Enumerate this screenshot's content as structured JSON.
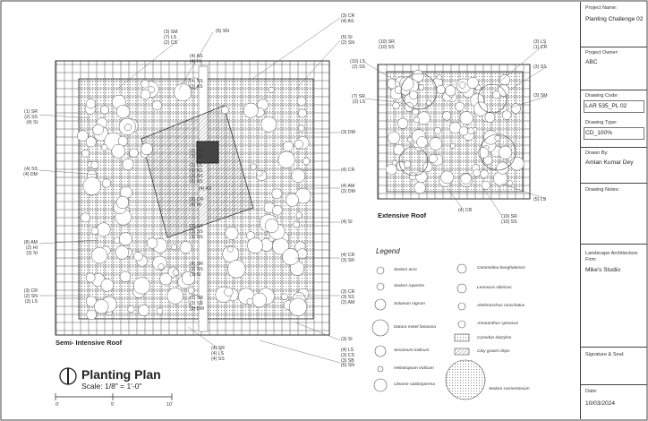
{
  "title_block": {
    "project_name_label": "Project Name:",
    "project_name": "Planting Challenge 02",
    "project_owner_label": "Project Owner:",
    "project_owner": "ABC",
    "drawing_code_label": "Drawing Code:",
    "drawing_code": "LAR 535_PL 02",
    "drawing_type_label": "Drawing Type:",
    "drawing_type": "CD_100%",
    "drawn_by_label": "Drawn By:",
    "drawn_by": "Amlan Kumar Dey",
    "drawing_notes_label": "Drawing Notes:",
    "firm_label": "Landscape Architecture Firm:",
    "firm": "Mike's Studio",
    "signature_label": "Signature & Seal:",
    "date_label": "Date:",
    "date": "10/03/2024"
  },
  "plan": {
    "title": "Planting Plan",
    "scale": "Scale: 1/8\" = 1'-0\"",
    "scale_ticks": [
      "0'",
      "5'",
      "10'"
    ],
    "semi_caption": "Semi- Intensive Roof",
    "ext_caption": "Extensive Roof"
  },
  "legend": {
    "heading": "Legend",
    "left": [
      {
        "glyph": "1",
        "name": "Sedum acre"
      },
      {
        "glyph": "2",
        "name": "Sedum rupestre"
      },
      {
        "glyph": "3",
        "name": "Solanum nigrum"
      },
      {
        "glyph": "4",
        "name": "Datura metel fastuosa"
      },
      {
        "glyph": "5",
        "name": "Sesamum indicum"
      },
      {
        "glyph": "6",
        "name": "Heliotropium indicum"
      },
      {
        "glyph": "7",
        "name": "Cleome rutidosperma"
      }
    ],
    "right": [
      {
        "glyph": "8",
        "name": "Commelina benghalensis"
      },
      {
        "glyph": "9",
        "name": "Leonurus sibiricus"
      },
      {
        "glyph": "10",
        "name": "Abelmoschus moschatus"
      },
      {
        "glyph": "11",
        "name": "Amaranthus spinosus"
      },
      {
        "glyph": "12",
        "name": "Cynodon dactylon"
      },
      {
        "glyph": "13",
        "name": "Clay gravel chips"
      },
      {
        "glyph": "14",
        "name": "Sedum sarmentosum"
      }
    ]
  },
  "labels": {
    "semi_left": [
      "(1) SR\n(2) SS\n(4) SI",
      "(4) SS\n(4) DM",
      "(8) AM\n(2) HI\n(3) SI",
      "(3) CR\n(2) SN\n(3) LS"
    ],
    "semi_top": [
      "(3) SM\n(7) LS\n(2) CS",
      "(6) SN",
      "(4) AS\n(4) HI",
      "(3) CR\n(4) AS",
      "(5) SI\n(2) SN"
    ],
    "semi_center": [
      "(4) SS\n(3) AS",
      "(2) HI\n(1) AS",
      "(2) LS\n(1) AS\n(3) SS\n(5) AS",
      "(4) AS",
      "(8) CR\n(4) HI",
      "(3) SR\n(3) SS\n(1) SS",
      "(4) SR\n(2) SS\n(1) SI",
      "(3) SR\n(3) SS\n(2) DM"
    ],
    "semi_right": [
      "(3) DM",
      "(4) CR",
      "(4) AM\n(2) DM",
      "(4) SI",
      "(4) CR\n(3) SR",
      "(3) CR\n(3) SS\n(2) AM"
    ],
    "semi_bottom": [
      "(4) SR\n(4) LS\n(4) SS",
      "(3) SI",
      "(4) LS\n(3) CS\n(3) SB",
      "(6) SN"
    ],
    "ext": [
      "(10) SR\n(10) SS",
      "(10) LS\n(2) SS",
      "(7) SR\n(2) LS",
      "(3) LS\n(1) CR",
      "(3) SS",
      "(3) SM",
      "(5) LS",
      "(4) CR",
      "(10) SR\n(10) SS"
    ]
  }
}
